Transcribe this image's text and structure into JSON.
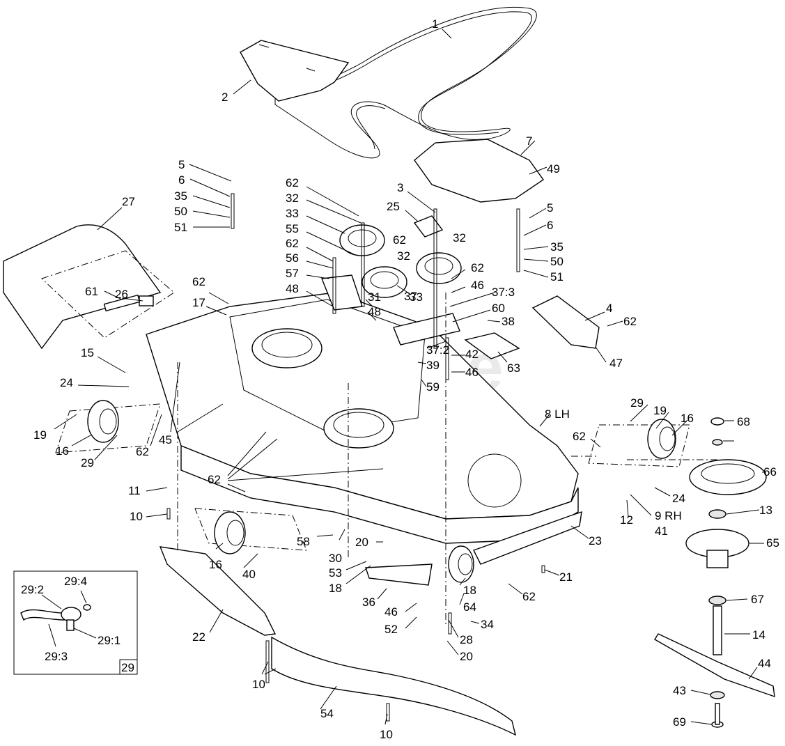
{
  "watermark": "PartsTree",
  "inset": {
    "box_label": "29",
    "labels": [
      "29:2",
      "29:4",
      "29:1",
      "29:3"
    ]
  },
  "callouts": [
    "1",
    "2",
    "3",
    "4",
    "5",
    "6",
    "35",
    "50",
    "51",
    "27",
    "62",
    "32",
    "33",
    "55",
    "52",
    "56",
    "57",
    "48",
    "25",
    "26",
    "61",
    "17",
    "15",
    "24",
    "19",
    "16",
    "29",
    "45",
    "11",
    "10",
    "58",
    "30",
    "20",
    "53",
    "18",
    "40",
    "36",
    "46",
    "52",
    "28",
    "64",
    "34",
    "21",
    "23",
    "22",
    "54",
    "31",
    "37",
    "37:2",
    "37:3",
    "60",
    "38",
    "39",
    "42",
    "59",
    "63",
    "47",
    "49",
    "7",
    "8 LH",
    "9 RH",
    "41",
    "12",
    "66",
    "13",
    "65",
    "67",
    "14",
    "44",
    "43",
    "69",
    "68"
  ]
}
